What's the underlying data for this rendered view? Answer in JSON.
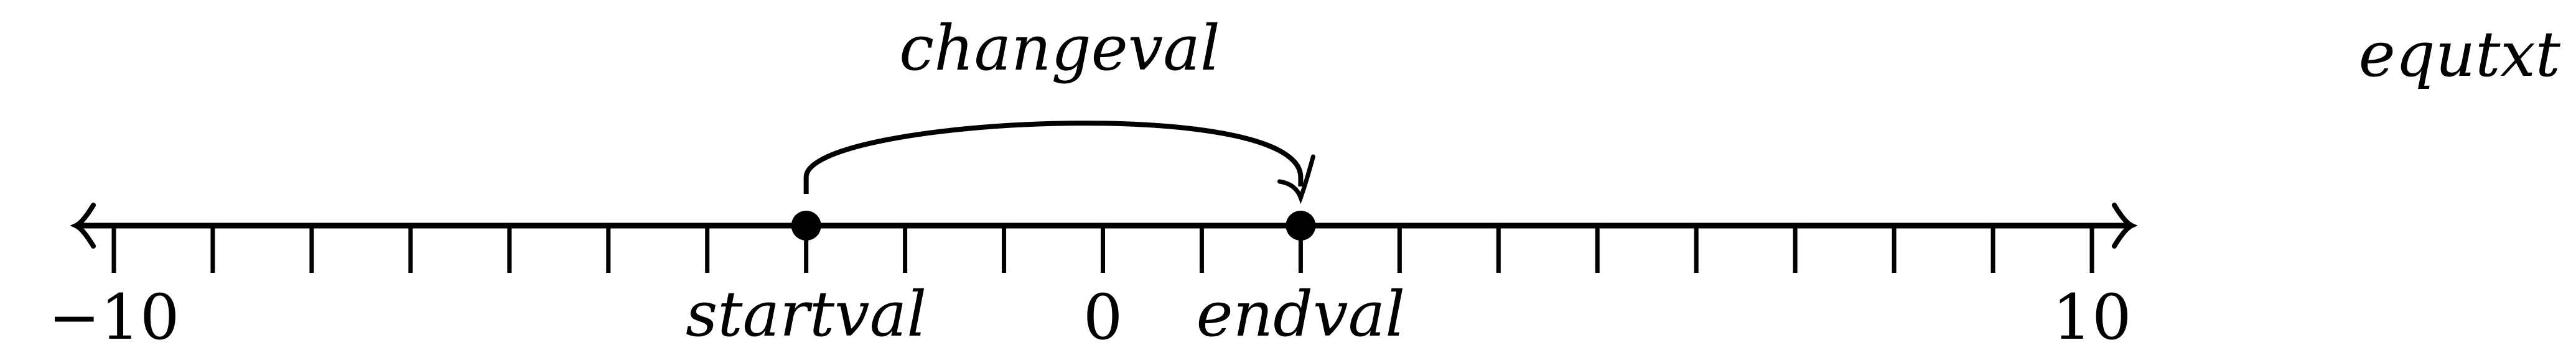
{
  "number_line": {
    "min": -10,
    "max": 10,
    "tick_step": 1,
    "tick_labels": [
      {
        "value": -10,
        "text": "−10"
      },
      {
        "value": 0,
        "text": "0"
      },
      {
        "value": 10,
        "text": "10"
      }
    ],
    "points": [
      {
        "value": -3,
        "label": "startval"
      },
      {
        "value": 2,
        "label": "endval"
      }
    ],
    "jump": {
      "from": -3,
      "to": 2,
      "label": "changeval"
    }
  },
  "equation_text": "equtxt",
  "colors": {
    "ink": "#000000",
    "background": "#ffffff"
  }
}
